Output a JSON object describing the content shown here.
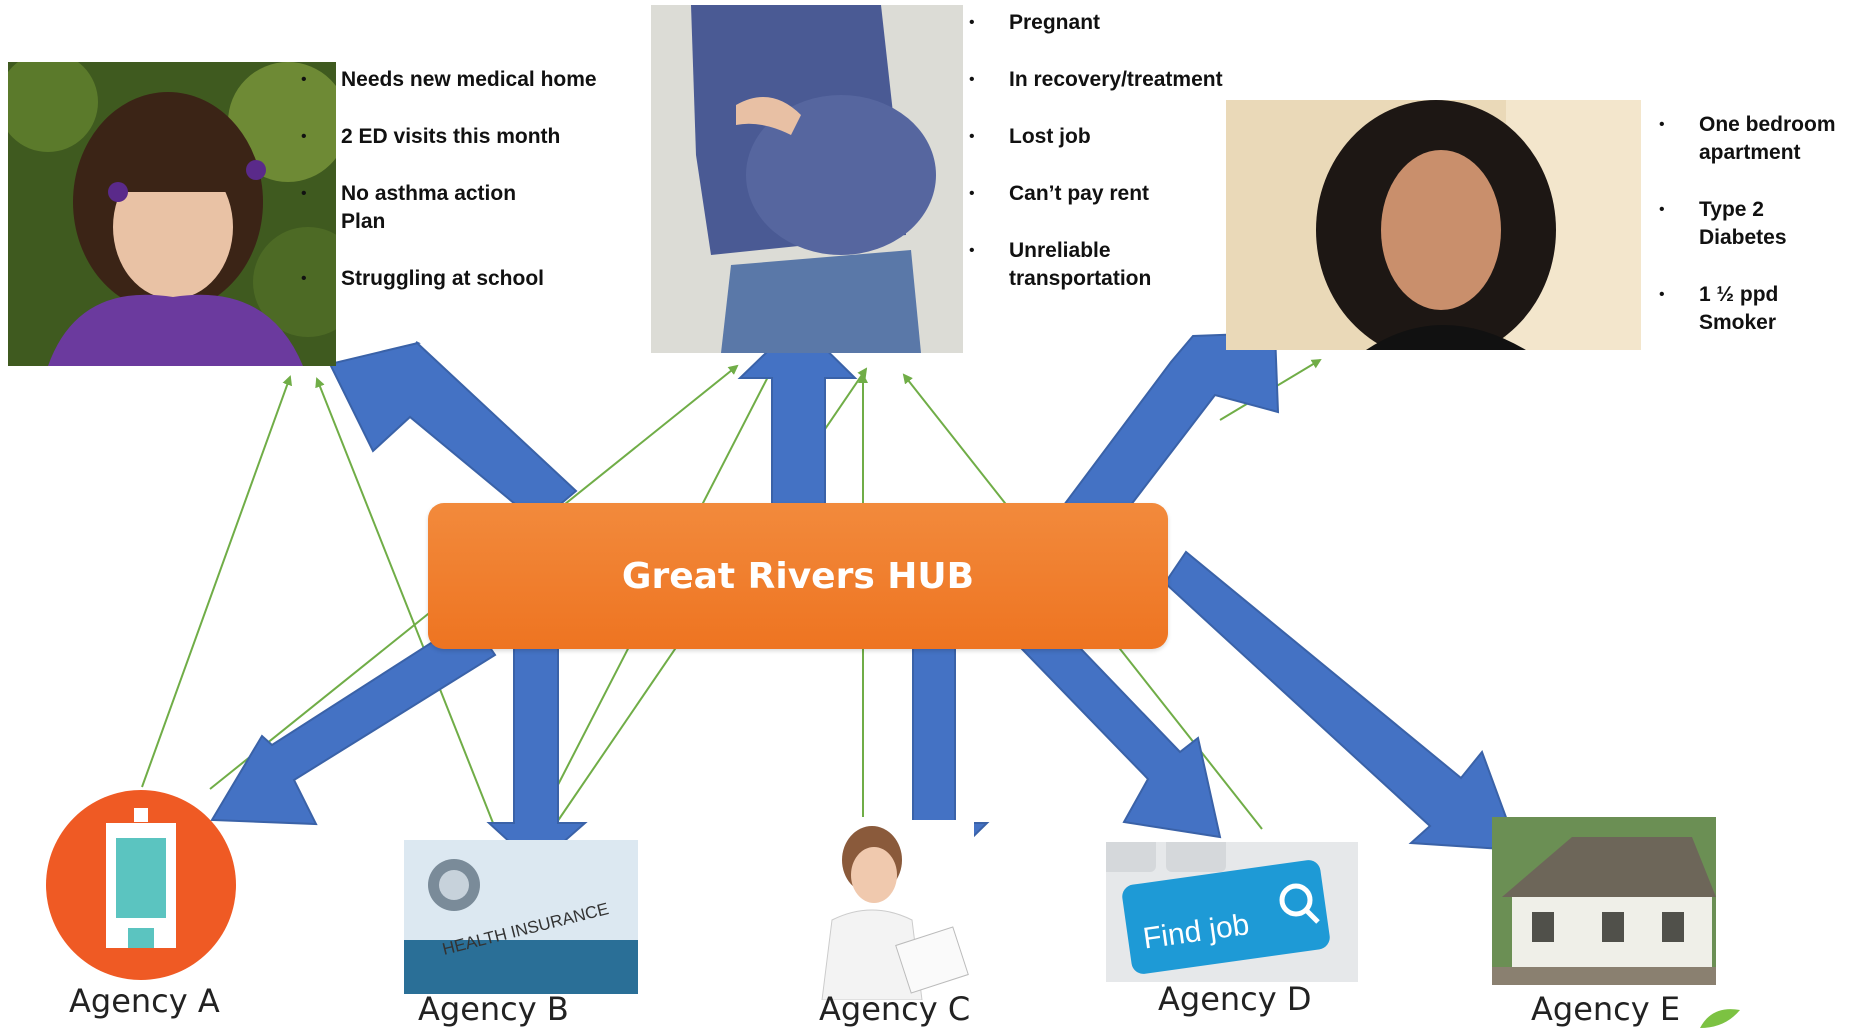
{
  "hub": {
    "label": "Great Rivers HUB",
    "color": "#ef7b2a"
  },
  "clients": {
    "child": {
      "needs": [
        "Needs new medical home",
        "2 ED visits this month",
        "No asthma action Plan",
        "Struggling at school"
      ]
    },
    "pregnant": {
      "needs": [
        "Pregnant",
        "In recovery/treatment",
        "Lost job",
        "Can’t pay rent",
        "Unreliable transportation"
      ]
    },
    "woman": {
      "needs": [
        "One bedroom apartment",
        "Type 2 Diabetes",
        "1 ½ ppd Smoker"
      ]
    }
  },
  "agencies": [
    {
      "label": "Agency A",
      "icon": "hospital-icon"
    },
    {
      "label": "Agency B",
      "icon": "health-insurance-icon",
      "image_text": "HEALTH INSURANCE"
    },
    {
      "label": "Agency C",
      "icon": "doctor-icon"
    },
    {
      "label": "Agency D",
      "icon": "find-job-icon",
      "image_text": "Find job"
    },
    {
      "label": "Agency E",
      "icon": "house-icon"
    }
  ],
  "colors": {
    "arrow": "#4472c4",
    "connector": "#70ad47",
    "hub": "#ef7b2a"
  }
}
